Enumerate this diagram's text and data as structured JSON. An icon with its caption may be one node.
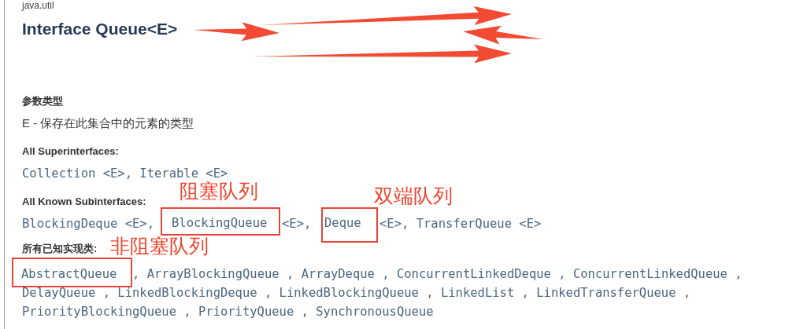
{
  "diagram": {
    "title": "Interface Queue<E>",
    "nodes": [
      {
        "text": [
          "BlockingQueue"
        ],
        "beside": [
          "阻塞队列"
        ]
      },
      {
        "text": [
          "Deque"
        ],
        "beside": [
          "双端队列"
        ]
      },
      {
        "text": [
          "AbstractQueue"
        ],
        "beside": [
          "非阻塞队列"
        ]
      }
    ],
    "labels": [
      "java.util",
      "参数类型",
      "E - 保存在此集合中的元素的类型",
      "All Superinterfaces:",
      "Collection <E>, Iterable <E>",
      "All Known Subinterfaces:",
      "BlockingDeque <E>,",
      "<E>,",
      "<E>, TransferQueue <E>",
      "所有已知实现类:",
      ", ArrayBlockingQueue , ArrayDeque , ConcurrentLinkedDeque , ConcurrentLinkedQueue ,",
      "DelayQueue , LinkedBlockingDeque , LinkedBlockingQueue , LinkedList , LinkedTransferQueue ,",
      "PriorityBlockingQueue , PriorityQueue , SynchronousQueue"
    ]
  }
}
